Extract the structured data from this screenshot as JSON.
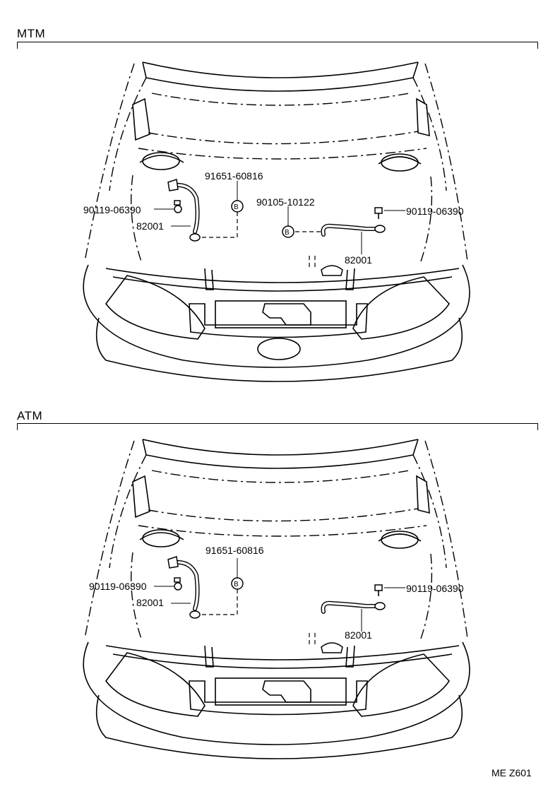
{
  "sections": [
    {
      "label": "MTM",
      "left_cable": {
        "bolt": "90119-06390",
        "cable": "82001"
      },
      "clip_left": {
        "part": "91651-60816",
        "marker": "B"
      },
      "clip_right": {
        "part": "90105-10122",
        "marker": "B"
      },
      "right_cable": {
        "bolt": "90119-06390",
        "cable": "82001"
      }
    },
    {
      "label": "ATM",
      "left_cable": {
        "bolt": "90119-06390",
        "cable": "82001"
      },
      "clip_left": {
        "part": "91651-60816",
        "marker": "B"
      },
      "right_cable": {
        "bolt": "90119-06390",
        "cable": "82001"
      }
    }
  ],
  "drawing_code": "ME Z601"
}
